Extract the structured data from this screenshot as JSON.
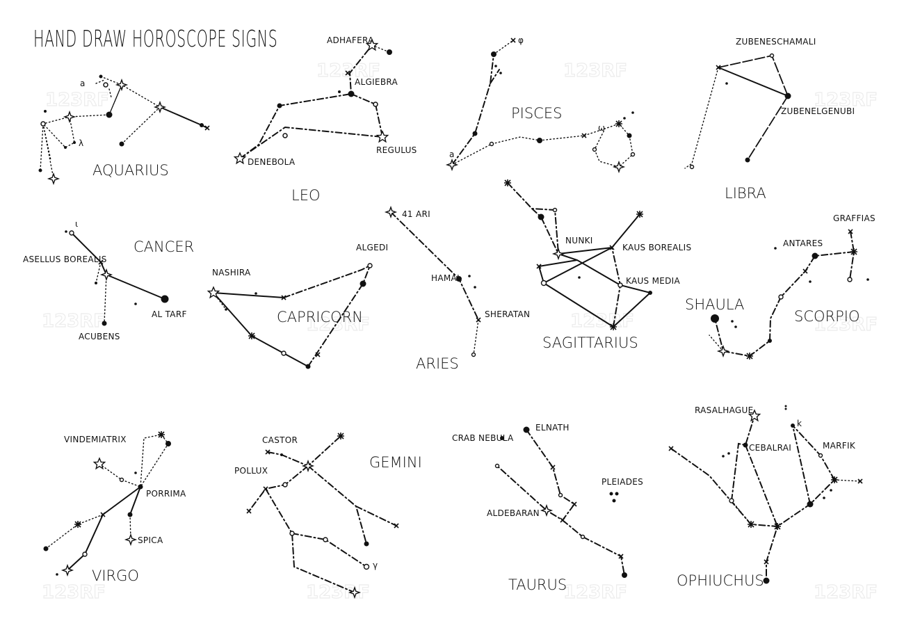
{
  "title": "HAND DRAW HOROSCOPE SIGNS",
  "watermark": "123RF",
  "colors": {
    "ink": "#111111",
    "background": "#ffffff",
    "watermark": "#e6e6e6"
  },
  "constellations": [
    {
      "id": "aquarius",
      "name": "AQUARIUS",
      "stars": [
        "a",
        "λ"
      ]
    },
    {
      "id": "leo",
      "name": "LEO",
      "stars": [
        "ADHAFERA",
        "ALGIEBRA",
        "DENEBOLA",
        "REGULUS"
      ]
    },
    {
      "id": "pisces",
      "name": "PISCES",
      "stars": [
        "φ",
        "ω",
        "a"
      ]
    },
    {
      "id": "libra",
      "name": "LIBRA",
      "stars": [
        "ZUBENESCHAMALI",
        "ZUBENELGENUBI"
      ]
    },
    {
      "id": "cancer",
      "name": "CANCER",
      "stars": [
        "ι",
        "ASELLUS BOREALIS",
        "ACUBENS",
        "AL TARF"
      ]
    },
    {
      "id": "capricorn",
      "name": "CAPRICORN",
      "stars": [
        "NASHIRA",
        "ALGEDI"
      ]
    },
    {
      "id": "aries",
      "name": "ARIES",
      "stars": [
        "41 ARI",
        "HAMAL",
        "SHERATAN"
      ]
    },
    {
      "id": "sagittarius",
      "name": "SAGITTARIUS",
      "stars": [
        "NUNKI",
        "KAUS BOREALIS",
        "KAUS MEDIA"
      ]
    },
    {
      "id": "scorpio",
      "name": "SCORPIO",
      "stars": [
        "GRAFFIAS",
        "ANTARES",
        "SHAULA"
      ]
    },
    {
      "id": "virgo",
      "name": "VIRGO",
      "stars": [
        "VINDEMIATRIX",
        "PORRIMA",
        "SPICA"
      ]
    },
    {
      "id": "gemini",
      "name": "GEMINI",
      "stars": [
        "CASTOR",
        "POLLUX",
        "γ"
      ]
    },
    {
      "id": "taurus",
      "name": "TAURUS",
      "stars": [
        "CRAB NEBULA",
        "ELNATH",
        "ALDEBARAN",
        "PLEIADES"
      ]
    },
    {
      "id": "ophiuchus",
      "name": "OPHIUCHUS",
      "stars": [
        "RASALHAGUE",
        "CEBALRAI",
        "MARFIK",
        "k"
      ]
    }
  ]
}
